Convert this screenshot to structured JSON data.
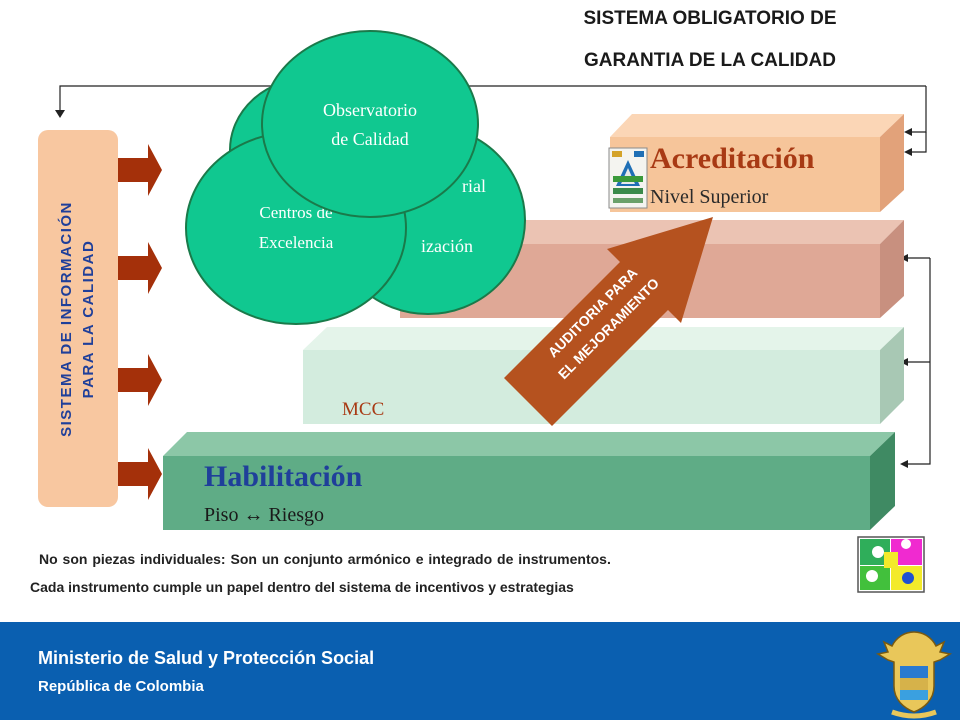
{
  "header": {
    "title_line1": "SISTEMA OBLIGATORIO DE",
    "title_line2": "GARANTIA DE LA CALIDAD"
  },
  "sidebar": {
    "line1": "SISTEMA DE INFORMACIÓN",
    "line2": "PARA LA CALIDAD"
  },
  "levels": {
    "acreditacion": {
      "title": "Acreditación",
      "subtitle": "Nivel Superior"
    },
    "mcc": {
      "label": "MCC"
    },
    "habilitacion": {
      "title": "Habilitación",
      "subtitle": "Piso ↔ Riesgo"
    }
  },
  "circles": {
    "observatorio": {
      "line1": "Observatorio",
      "line2": "de Calidad"
    },
    "centros": {
      "line1": "Centros de",
      "line2": "Excelencia"
    },
    "back_right": {
      "line1": "rial",
      "line2": "ización"
    }
  },
  "arrow_label": {
    "line1": "AUDITORIA PARA",
    "line2": "EL MEJORAMIENTO"
  },
  "notes": {
    "line1": "No son piezas individuales: Son un conjunto armónico e integrado de instrumentos.",
    "line2": "Cada instrumento cumple un papel dentro del sistema de incentivos y estrategias"
  },
  "footer": {
    "ministry": "Ministerio de Salud y  Protección Social",
    "country": "República de Colombia"
  },
  "colors": {
    "acreditacion_front": "#f6c59a",
    "second_front": "#dfa896",
    "mcc_front": "#d3ecde",
    "habilitacion_front": "#5fac86",
    "circle_fill": "#10c890",
    "circle_stroke": "#1a7a4a",
    "audit_arrow": "#b5521f",
    "side_arrow": "#a4300a",
    "footer_bg": "#0a5fb0"
  }
}
